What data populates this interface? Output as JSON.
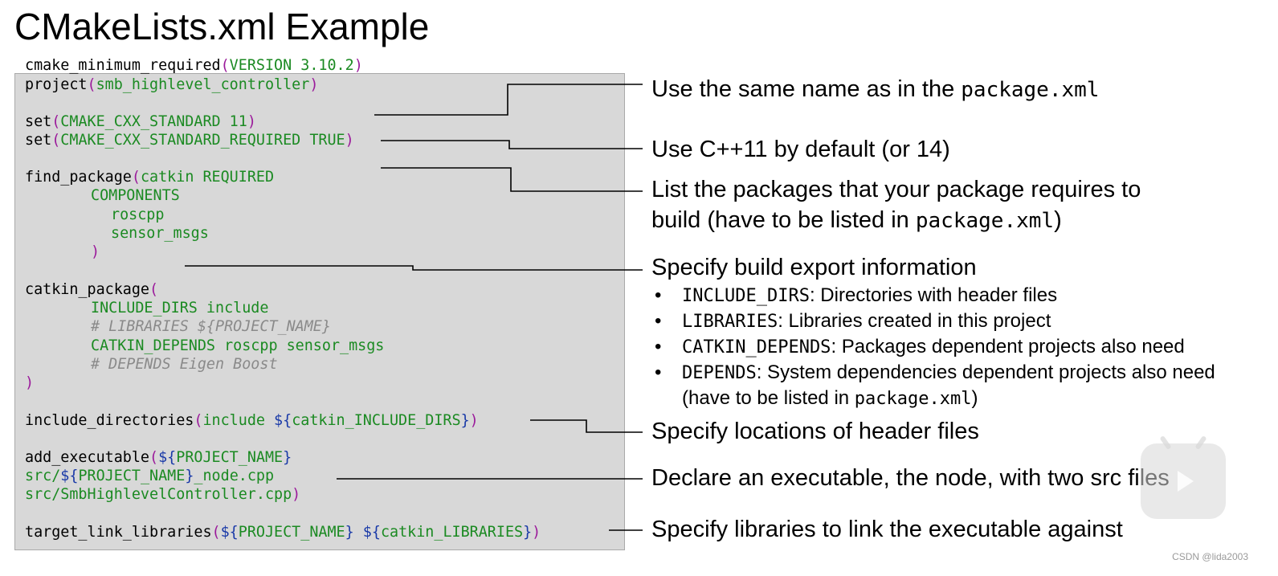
{
  "title": "CMakeLists.xml Example",
  "code": {
    "l1": {
      "fn": "cmake_minimum_required",
      "open": "(",
      "args": "VERSION 3.10.2",
      "close": ")"
    },
    "l2": {
      "fn": "project",
      "open": "(",
      "args": "smb_highlevel_controller",
      "close": ")"
    },
    "l3": {
      "fn": "set",
      "open": "(",
      "args": "CMAKE_CXX_STANDARD 11",
      "close": ")"
    },
    "l4": {
      "fn": "set",
      "open": "(",
      "args": "CMAKE_CXX_STANDARD_REQUIRED TRUE",
      "close": ")"
    },
    "l5": {
      "fn": "find_package",
      "open": "(",
      "args": "catkin REQUIRED"
    },
    "l6": {
      "args": "COMPONENTS"
    },
    "l7": {
      "args": "roscpp"
    },
    "l8": {
      "args": "sensor_msgs"
    },
    "l9": {
      "close": ")"
    },
    "l10": {
      "fn": "catkin_package",
      "open": "("
    },
    "l11": {
      "args": "INCLUDE_DIRS include"
    },
    "l12": {
      "comment": "# LIBRARIES ${PROJECT_NAME}"
    },
    "l13": {
      "args": "CATKIN_DEPENDS roscpp sensor_msgs"
    },
    "l14": {
      "comment": "# DEPENDS Eigen Boost"
    },
    "l15": {
      "close": ")"
    },
    "l16": {
      "fn": "include_directories",
      "open": "(",
      "args": "include ",
      "d1": "${",
      "v1": "catkin_INCLUDE_DIRS",
      "d2": "}",
      "close": ")"
    },
    "l17": {
      "fn": "add_executable",
      "open": "(",
      "d1": "${",
      "v1": "PROJECT_NAME",
      "d2": "}"
    },
    "l18": {
      "a1": "src/",
      "d1": "${",
      "v1": "PROJECT_NAME",
      "d2": "}",
      "a2": "_node.cpp"
    },
    "l19": {
      "args": "src/SmbHighlevelController.cpp",
      "close": ")"
    },
    "l20": {
      "fn": "target_link_libraries",
      "open": "(",
      "d1": "${",
      "v1": "PROJECT_NAME",
      "d2": "}",
      "sp": " ",
      "d3": "${",
      "v2": "catkin_LIBRARIES",
      "d4": "}",
      "close": ")"
    }
  },
  "notes": {
    "project_name": {
      "text": "Use the same name as in the ",
      "code": "package.xml"
    },
    "cxx": "Use C++11 by default (or 14)",
    "packages_line1": "List the packages that your package requires to",
    "packages_line2_text": "build (have to be listed in ",
    "packages_line2_code": "package.xml",
    "packages_line2_end": ")",
    "export_heading": "Specify build export information",
    "bullets": [
      {
        "code": "INCLUDE_DIRS",
        "text": ": Directories with header files"
      },
      {
        "code": "LIBRARIES",
        "text": ": Libraries created in this project"
      },
      {
        "code": "CATKIN_DEPENDS",
        "text": ": Packages dependent projects also need"
      },
      {
        "code": "DEPENDS",
        "text": ": System dependencies dependent projects also need"
      }
    ],
    "bullet_cont_text": "(have to be listed in ",
    "bullet_cont_code": "package.xml",
    "bullet_cont_end": ")",
    "include_dirs": "Specify locations of header files",
    "executable": "Declare an executable, the node, with two src files",
    "link": "Specify libraries to link the executable against"
  },
  "watermark": "CSDN @lida2003",
  "colors": {
    "function": "#000000",
    "paren": "#9b1a9b",
    "argument": "#1b8a22",
    "variable": "#1a3aa8",
    "comment": "#8a8a8a",
    "panel": "#d8d8d8"
  },
  "icons": {
    "overlay": "play-icon"
  }
}
